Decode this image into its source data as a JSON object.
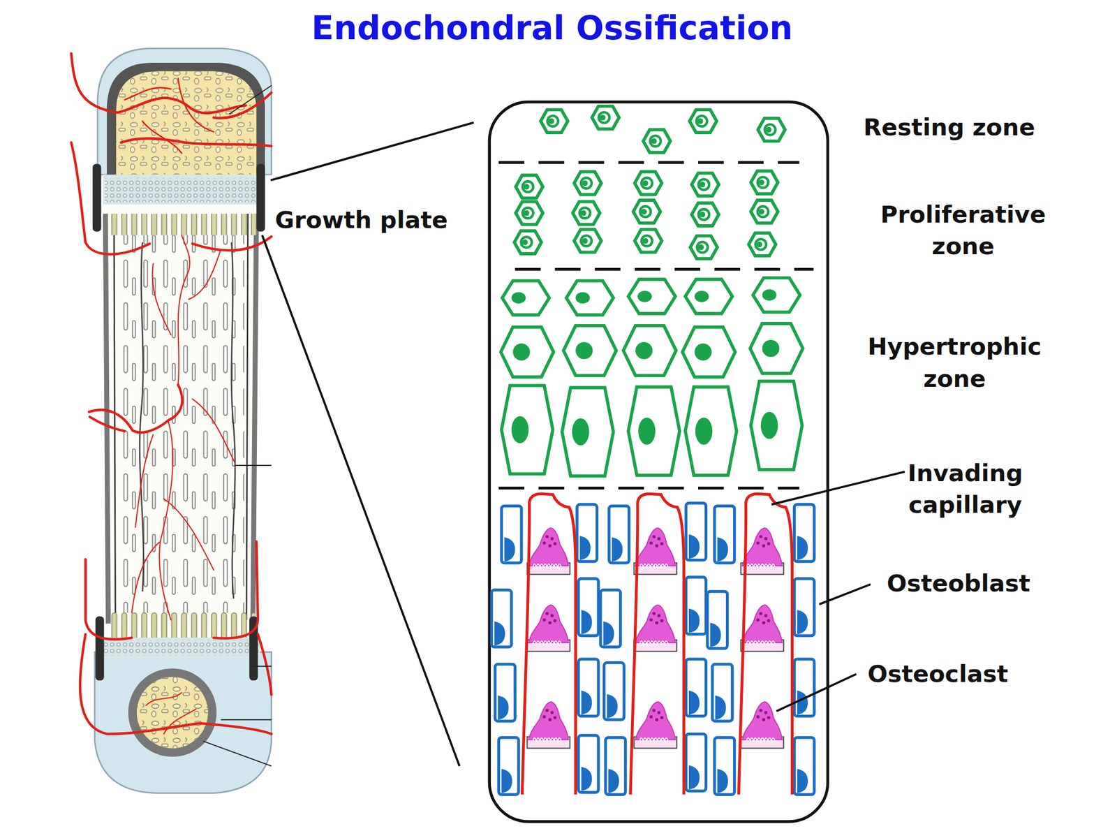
{
  "diagram": {
    "title": "Endochondral Ossification",
    "labels": [
      "Growth plate",
      "Resting zone",
      "Proliferative zone",
      "Hypertrophic zone",
      "Invading capillary",
      "Osteoblast",
      "Osteoclast"
    ]
  }
}
